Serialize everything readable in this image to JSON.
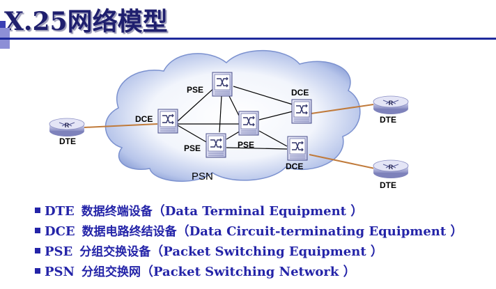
{
  "title": "X.25网络模型",
  "diagram": {
    "cloud_label": "PSN",
    "nodes": [
      {
        "id": "pse-top",
        "label": "PSE"
      },
      {
        "id": "pse-mid",
        "label": "PSE"
      },
      {
        "id": "pse-bottom",
        "label": "PSE"
      },
      {
        "id": "dce-left",
        "label": "DCE"
      },
      {
        "id": "dce-top-right",
        "label": "DCE"
      },
      {
        "id": "dce-bottom-right",
        "label": "DCE"
      },
      {
        "id": "dte-left",
        "label": "DTE"
      },
      {
        "id": "dte-top-right",
        "label": "DTE"
      },
      {
        "id": "dte-bottom-right",
        "label": "DTE"
      }
    ],
    "router_glyph": "R",
    "colors": {
      "access_link": "#c07a3a",
      "trunk_link": "#000000",
      "cloud": "#6f87c8"
    }
  },
  "legend": [
    {
      "abbr": "DTE",
      "cn": "数据终端设备",
      "en": "（Data Terminal Equipment ）"
    },
    {
      "abbr": "DCE",
      "cn": "数据电路终结设备",
      "en": "（Data Circuit-terminating Equipment ）"
    },
    {
      "abbr": "PSE",
      "cn": "分组交换设备",
      "en": "（Packet Switching Equipment ）"
    },
    {
      "abbr": "PSN",
      "cn": "分组交换网",
      "en": "（Packet Switching Network ）"
    }
  ]
}
